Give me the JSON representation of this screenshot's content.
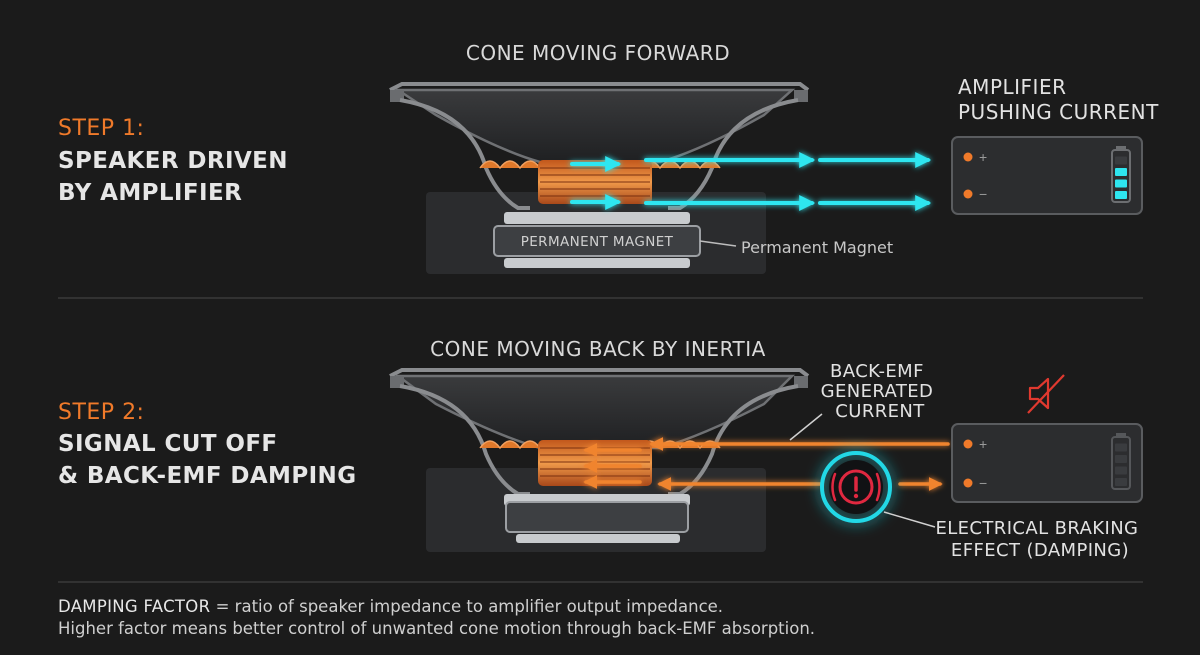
{
  "step1": {
    "tag": "STEP 1:",
    "title_lines": [
      "SPEAKER DRIVEN",
      "BY AMPLIFIER"
    ],
    "cone_label": "CONE MOVING FORWARD",
    "amp_label_lines": [
      "AMPLIFIER",
      "PUSHING CURRENT"
    ],
    "magnet_label": "PERMANENT MAGNET",
    "magnet_callout": "Permanent Magnet",
    "terminal_plus": "+",
    "terminal_minus": "−",
    "battery_level": 0.75
  },
  "step2": {
    "tag": "STEP 2:",
    "title_lines": [
      "SIGNAL CUT OFF",
      "& BACK-EMF DAMPING"
    ],
    "cone_label": "CONE MOVING BACK BY INERTIA",
    "back_emf_label_lines": [
      "BACK-EMF",
      "GENERATED",
      "CURRENT"
    ],
    "braking_label_lines": [
      "ELECTRICAL BRAKING",
      "EFFECT (DAMPING)"
    ],
    "terminal_plus": "+",
    "terminal_minus": "−",
    "battery_level": 0
  },
  "footer": {
    "term": "DAMPING FACTOR",
    "definition": " = ratio of speaker impedance to amplifier output impedance.",
    "line2": "Higher factor means better control of unwanted cone motion through back-EMF absorption."
  },
  "colors": {
    "background": "#1b1b1b",
    "accent_orange": "#f07a2a",
    "current_cyan": "#2ee6f0",
    "warning_red": "#e02840",
    "text": "#e6e6e6"
  },
  "icons": {
    "muted_speaker": "speaker-muted-icon",
    "warning": "warning-exclamation-icon"
  }
}
